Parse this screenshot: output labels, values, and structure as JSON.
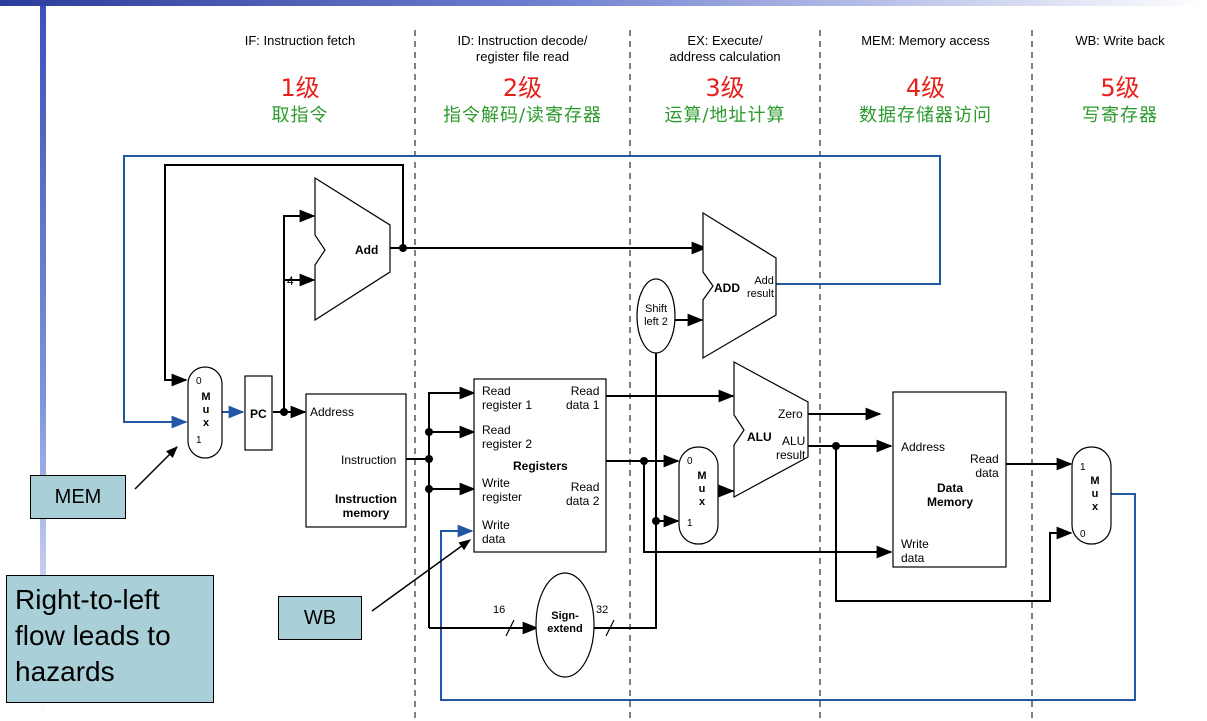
{
  "stages": [
    {
      "title": "IF: Instruction fetch",
      "level": "1级",
      "zh": "取指令"
    },
    {
      "title": "ID: Instruction decode/\nregister file read",
      "level": "2级",
      "zh": "指令解码/读寄存器"
    },
    {
      "title": "EX: Execute/\naddress calculation",
      "level": "3级",
      "zh": "运算/地址计算"
    },
    {
      "title": "MEM: Memory access",
      "level": "4级",
      "zh": "数据存储器访问"
    },
    {
      "title": "WB: Write back",
      "level": "5级",
      "zh": "写寄存器"
    }
  ],
  "components": {
    "add": "Add",
    "four": "4",
    "pc": "PC",
    "mux": "M\nu\nx",
    "mux_in0": "0",
    "mux_in1": "1",
    "imem_address": "Address",
    "imem_instruction": "Instruction",
    "imem_title": "Instruction\nmemory",
    "reg_read1": "Read\nregister 1",
    "reg_read2": "Read\nregister 2",
    "reg_write_reg": "Write\nregister",
    "reg_write_data": "Write\ndata",
    "reg_rd1": "Read\ndata 1",
    "reg_rd2": "Read\ndata 2",
    "reg_title": "Registers",
    "shift": "Shift\nleft 2",
    "adder2": "ADD",
    "adder2_result": "Add\nresult",
    "alu": "ALU",
    "alu_zero": "Zero",
    "alu_result": "ALU\nresult",
    "dmem_address": "Address",
    "dmem_read": "Read\ndata",
    "dmem_write": "Write\ndata",
    "dmem_title": "Data\nMemory",
    "sign": "Sign-\nextend",
    "bits16": "16",
    "bits32": "32"
  },
  "callouts": {
    "mem": "MEM",
    "wb": "WB",
    "hazard": "Right-to-left\nflow leads to\nhazards"
  },
  "colors": {
    "level": "#e8201c",
    "chinese": "#2c9a2c",
    "backflow": "#2456a6",
    "callout_bg": "#a9d0d8"
  }
}
